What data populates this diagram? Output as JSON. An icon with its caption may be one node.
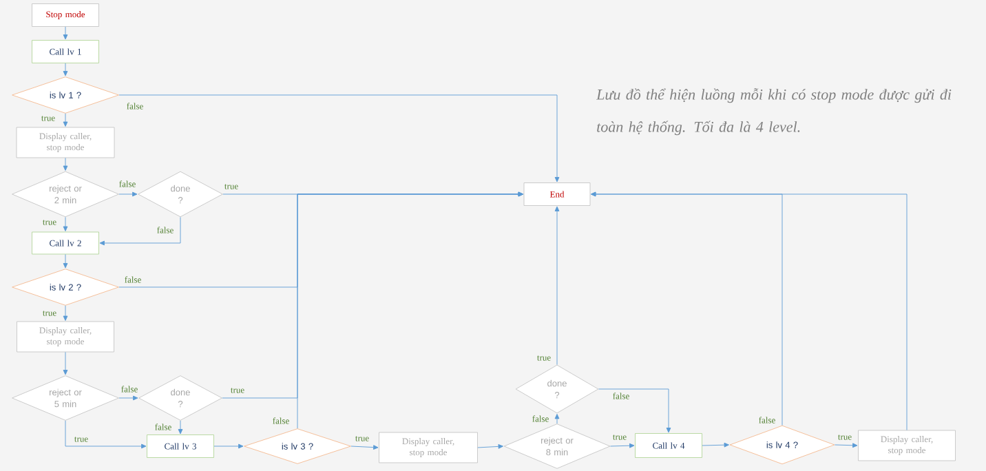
{
  "diagram": {
    "nodes": [
      {
        "text": [
          "Stop mode"
        ]
      },
      {
        "text": [
          "Call lv 1"
        ]
      },
      {
        "text": [
          "is lv 1 ?"
        ]
      },
      {
        "text": [
          "Display caller, stop mode"
        ]
      },
      {
        "text": [
          "reject or 2 min"
        ]
      },
      {
        "text": [
          "done ?"
        ]
      },
      {
        "text": [
          "End"
        ]
      },
      {
        "text": [
          "Call lv 2"
        ]
      },
      {
        "text": [
          "is lv 2 ?"
        ]
      },
      {
        "text": [
          "Display caller, stop mode"
        ]
      },
      {
        "text": [
          "reject or 5 min"
        ]
      },
      {
        "text": [
          "done ?"
        ]
      },
      {
        "text": [
          "Call lv 3"
        ]
      },
      {
        "text": [
          "is lv 3 ?"
        ]
      },
      {
        "text": [
          "Display caller, stop mode"
        ]
      },
      {
        "text": [
          "reject or 8 min"
        ]
      },
      {
        "text": [
          "done ?"
        ]
      },
      {
        "text": [
          "Call lv 4"
        ]
      },
      {
        "text": [
          "is lv 4 ?"
        ]
      },
      {
        "text": [
          "Display caller, stop mode"
        ]
      }
    ],
    "edges": [
      {
        "from": 0,
        "to": 1,
        "arrow": "to"
      },
      {
        "from": 1,
        "to": 2,
        "arrow": "to"
      },
      {
        "from": 2,
        "to": 6,
        "arrow": "to",
        "label": "false"
      },
      {
        "from": 2,
        "to": 3,
        "arrow": "to",
        "label": "true"
      },
      {
        "from": 3,
        "to": 4,
        "arrow": "to"
      },
      {
        "from": 4,
        "to": 5,
        "arrow": "to",
        "label": "false"
      },
      {
        "from": 4,
        "to": 7,
        "arrow": "to",
        "label": "true"
      },
      {
        "from": 5,
        "to": 6,
        "arrow": "to",
        "label": "true"
      },
      {
        "from": 5,
        "to": 7,
        "arrow": "to",
        "label": "false"
      },
      {
        "from": 7,
        "to": 8,
        "arrow": "to"
      },
      {
        "from": 8,
        "to": 6,
        "arrow": "to",
        "label": "false"
      },
      {
        "from": 8,
        "to": 9,
        "arrow": "to",
        "label": "true"
      },
      {
        "from": 9,
        "to": 10,
        "arrow": "to"
      },
      {
        "from": 10,
        "to": 11,
        "arrow": "to",
        "label": "false"
      },
      {
        "from": 10,
        "to": 12,
        "arrow": "to",
        "label": "true"
      },
      {
        "from": 11,
        "to": 6,
        "arrow": "to",
        "label": "true"
      },
      {
        "from": 11,
        "to": 12,
        "arrow": "to",
        "label": "false"
      },
      {
        "from": 12,
        "to": 13,
        "arrow": "to"
      },
      {
        "from": 13,
        "to": 6,
        "arrow": "to",
        "label": "false"
      },
      {
        "from": 13,
        "to": 14,
        "arrow": "to",
        "label": "true"
      },
      {
        "from": 14,
        "to": 15,
        "arrow": "to"
      },
      {
        "from": 15,
        "to": 16,
        "arrow": "to",
        "label": "false"
      },
      {
        "from": 15,
        "to": 17,
        "arrow": "to",
        "label": "true"
      },
      {
        "from": 16,
        "to": 6,
        "arrow": "to",
        "label": "true"
      },
      {
        "from": 16,
        "to": 17,
        "arrow": "to",
        "label": "false"
      },
      {
        "from": 17,
        "to": 18,
        "arrow": "to"
      },
      {
        "from": 18,
        "to": 6,
        "arrow": "to",
        "label": "false"
      },
      {
        "from": 18,
        "to": 19,
        "arrow": "to",
        "label": "true"
      },
      {
        "from": 19,
        "to": 6,
        "arrow": "to"
      }
    ],
    "labels": [
      "Lưu đồ thể hiện luồng mỗi khi có stop mode được gửi đi toàn hệ thống. Tối đa là 4 level."
    ]
  }
}
